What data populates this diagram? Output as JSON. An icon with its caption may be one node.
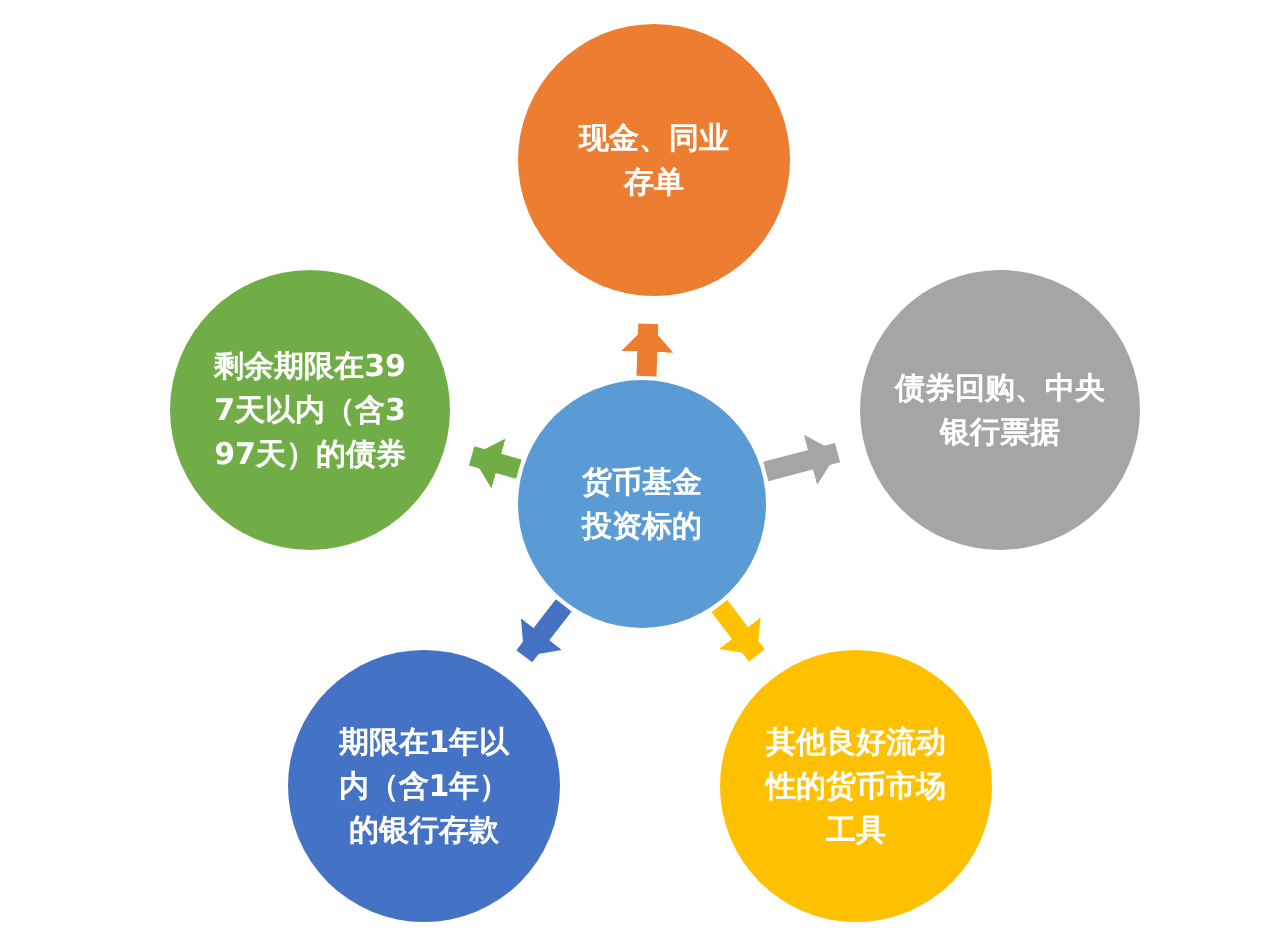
{
  "diagram": {
    "nodes": [
      {
        "text": [
          "货币基金投资标的"
        ]
      },
      {
        "text": [
          "现金、同业存单"
        ]
      },
      {
        "text": [
          "债券回购、中央银行票据"
        ]
      },
      {
        "text": [
          "其他良好流动性的货币市场工具"
        ]
      },
      {
        "text": [
          "期限在1年以内（含1年）的银行存款"
        ]
      },
      {
        "text": [
          "剩余期限在397天以内（含397天）的债券"
        ]
      }
    ],
    "edges": [
      {
        "from": 0,
        "to": 1,
        "arrow": "to",
        "color": "#ed7d31"
      },
      {
        "from": 0,
        "to": 2,
        "arrow": "to",
        "color": "#a5a5a5"
      },
      {
        "from": 0,
        "to": 3,
        "arrow": "to",
        "color": "#ffc000"
      },
      {
        "from": 0,
        "to": 4,
        "arrow": "to",
        "color": "#4472c4"
      },
      {
        "from": 0,
        "to": 5,
        "arrow": "to",
        "color": "#70ad47"
      }
    ]
  }
}
